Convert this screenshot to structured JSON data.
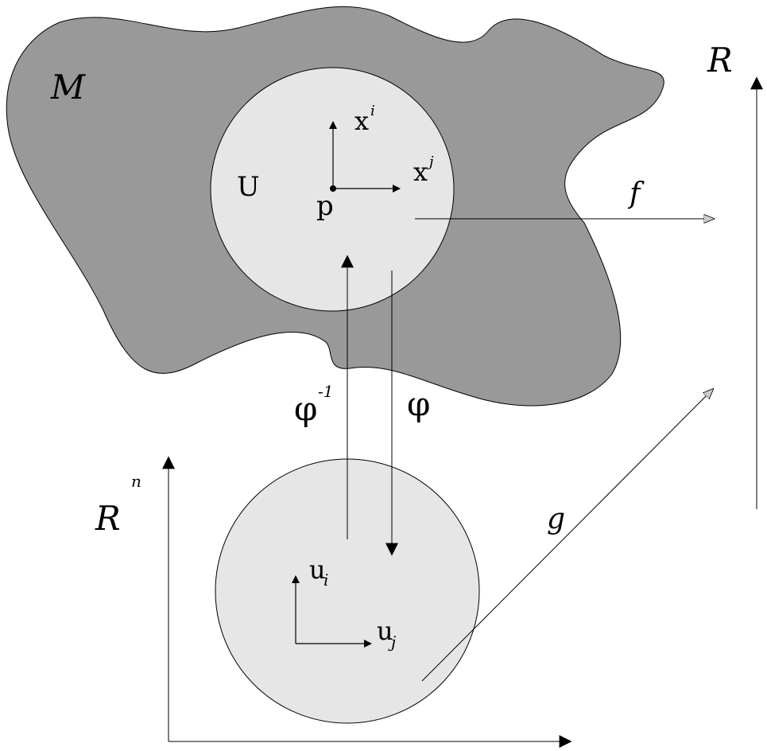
{
  "labels": {
    "manifold": "M",
    "open_set": "U",
    "point": "p",
    "coord_xi": "x",
    "coord_xi_sup": "i",
    "coord_xj": "x",
    "coord_xj_sup": "j",
    "func_f": "f",
    "reals": "R",
    "phi_inverse": "φ",
    "phi_inverse_sup": "-1",
    "phi": "φ",
    "rn": "R",
    "rn_sup": "n",
    "coord_ui": "u",
    "coord_ui_sub": "i",
    "coord_uj": "u",
    "coord_uj_sub": "j",
    "func_g": "g"
  },
  "colors": {
    "manifold_fill": "#999999",
    "disk_fill": "#e6e6e6",
    "stroke": "#000000",
    "hollow_arrowhead": "#cccccc"
  }
}
